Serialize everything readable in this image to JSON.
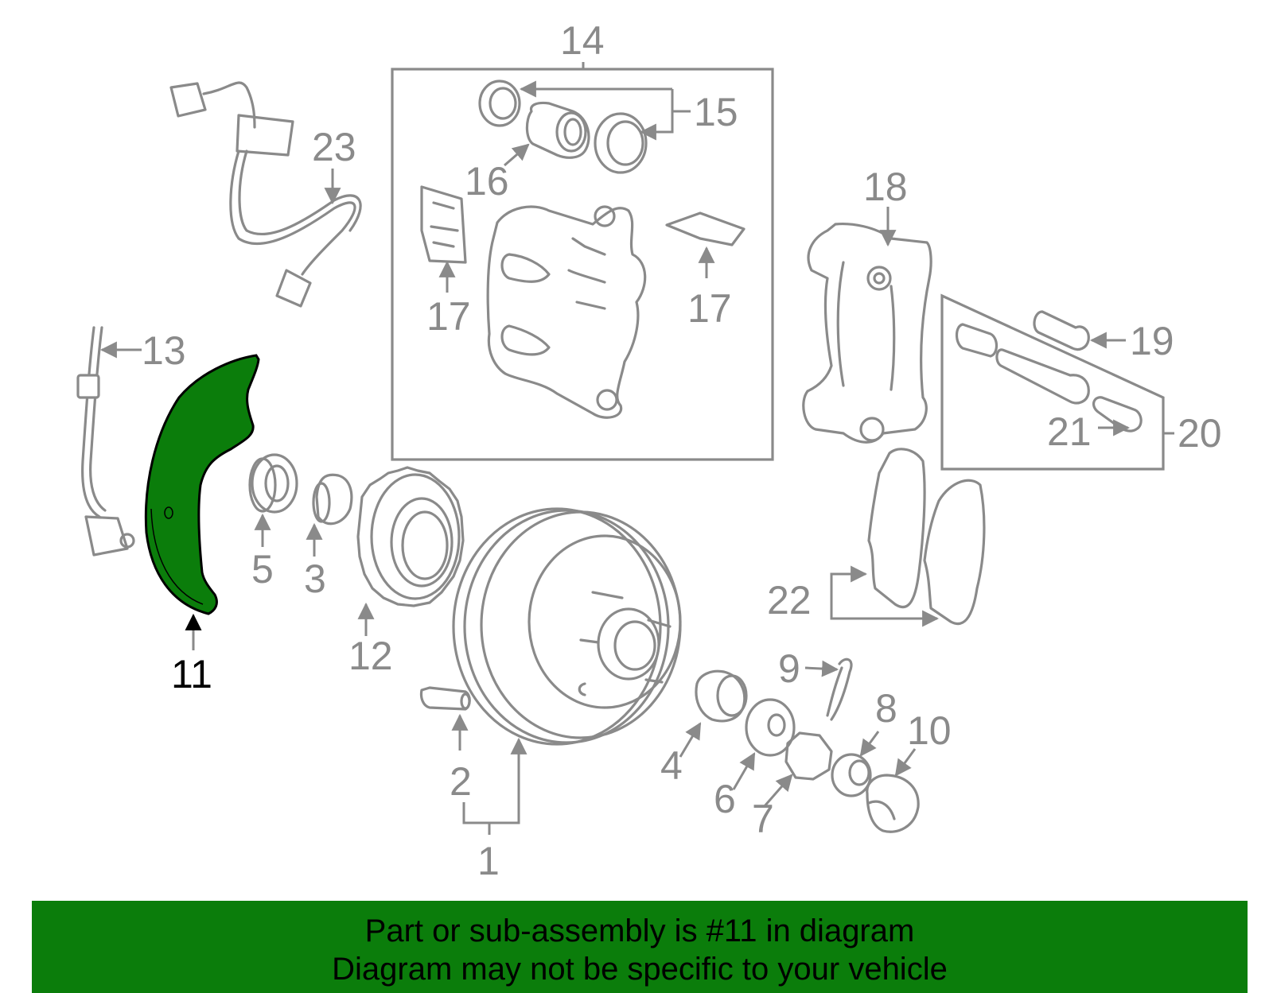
{
  "colors": {
    "highlight": "#0b7d0b",
    "line": "#8a8a8a",
    "banner_bg": "#0b7d0b"
  },
  "highlighted_part": "11",
  "callouts": {
    "n1": "1",
    "n2": "2",
    "n3": "3",
    "n4": "4",
    "n5": "5",
    "n6": "6",
    "n7": "7",
    "n8": "8",
    "n9": "9",
    "n10": "10",
    "n11": "11",
    "n12": "12",
    "n13": "13",
    "n14": "14",
    "n15": "15",
    "n16": "16",
    "n17a": "17",
    "n17b": "17",
    "n18": "18",
    "n19": "19",
    "n20": "20",
    "n21": "21",
    "n22": "22",
    "n23": "23"
  },
  "banner": {
    "line1": "Part or sub-assembly is #11 in diagram",
    "line2": "Diagram may not be specific to your vehicle"
  }
}
